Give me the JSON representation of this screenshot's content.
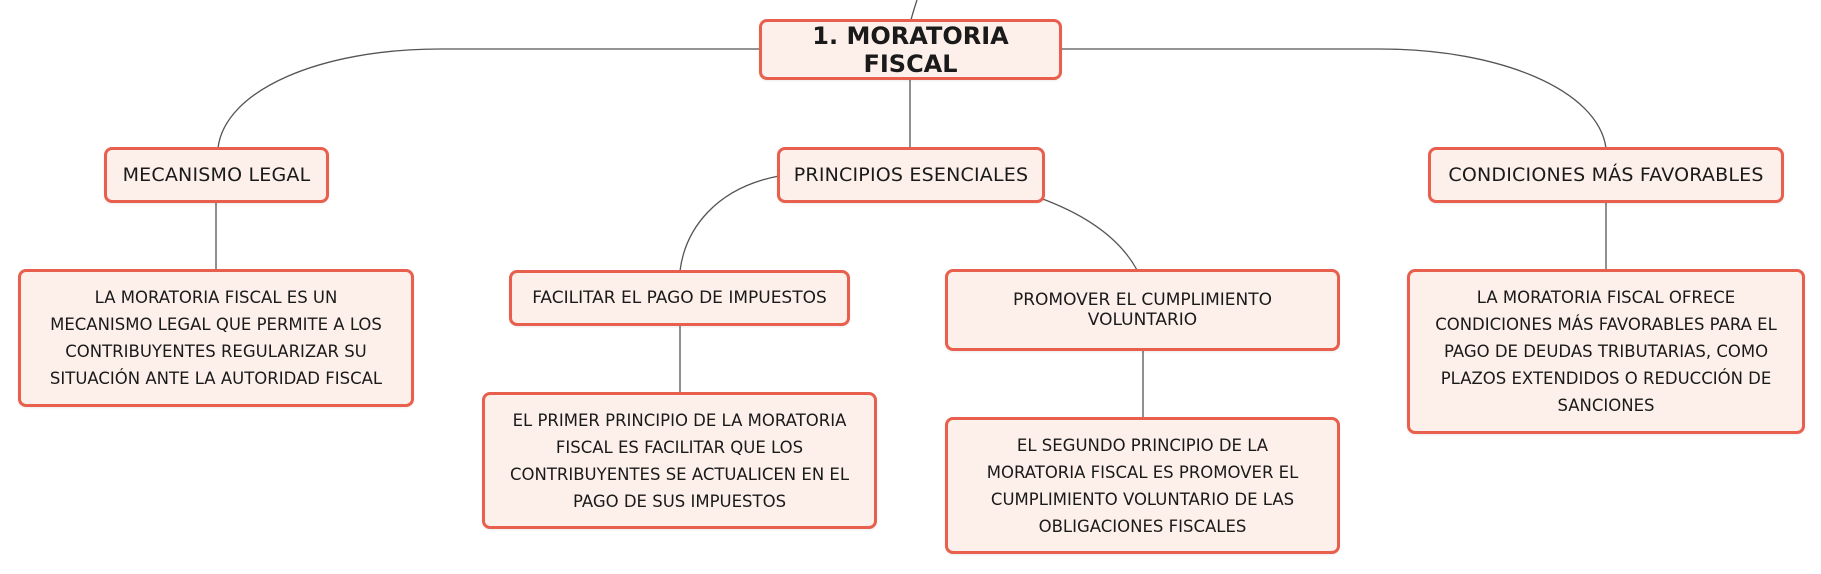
{
  "map": {
    "root": {
      "label": "1. MORATORIA FISCAL"
    },
    "mecanismo": {
      "label": "MECANISMO LEGAL",
      "detail": "LA MORATORIA FISCAL ES UN MECANISMO LEGAL QUE PERMITE A LOS CONTRIBUYENTES REGULARIZAR SU SITUACIÓN ANTE LA AUTORIDAD FISCAL"
    },
    "principios": {
      "label": "PRINCIPIOS ESENCIALES",
      "facilitar": {
        "label": "FACILITAR EL PAGO DE IMPUESTOS",
        "detail": "EL PRIMER PRINCIPIO DE LA MORATORIA FISCAL ES FACILITAR QUE LOS CONTRIBUYENTES SE ACTUALICEN EN EL PAGO DE SUS IMPUESTOS"
      },
      "promover": {
        "label": "PROMOVER EL CUMPLIMIENTO VOLUNTARIO",
        "detail": "EL SEGUNDO PRINCIPIO DE LA MORATORIA FISCAL ES PROMOVER EL CUMPLIMIENTO VOLUNTARIO DE LAS OBLIGACIONES FISCALES"
      }
    },
    "condiciones": {
      "label": "CONDICIONES MÁS FAVORABLES",
      "detail": "LA MORATORIA FISCAL OFRECE CONDICIONES MÁS FAVORABLES PARA EL PAGO DE DEUDAS TRIBUTARIAS, COMO PLAZOS EXTENDIDOS O REDUCCIÓN DE SANCIONES"
    }
  },
  "colors": {
    "node_fill": "#fdf0ea",
    "node_border": "#e8604d",
    "connector": "#555555",
    "text": "#1a1a1a"
  }
}
